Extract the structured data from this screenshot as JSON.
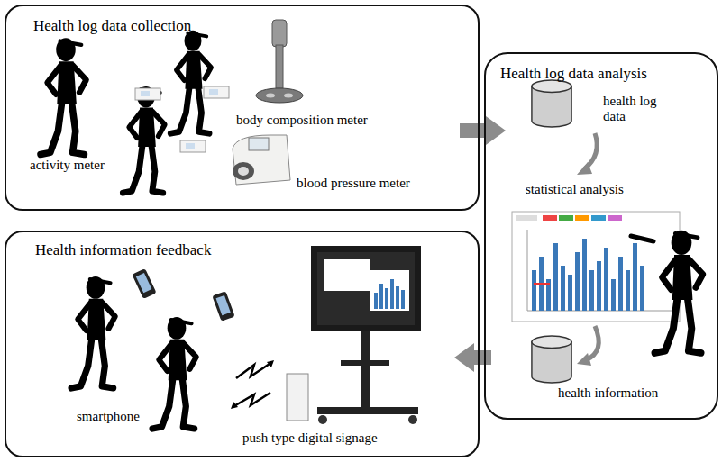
{
  "diagram": {
    "nodes": [
      {
        "text": [
          "Health log data collection"
        ]
      },
      {
        "text": [
          "Health log data analysis"
        ]
      },
      {
        "text": [
          "Health information feedback"
        ]
      }
    ],
    "edges": [
      {
        "from": 0,
        "to": 1,
        "arrow": "to"
      },
      {
        "from": 1,
        "to": 2,
        "arrow": "to"
      }
    ],
    "labels": [
      "activity meter",
      "body composition meter",
      "blood pressure meter",
      "health log data",
      "statistical analysis",
      "health information",
      "smartphone",
      "push type digital signage"
    ]
  }
}
